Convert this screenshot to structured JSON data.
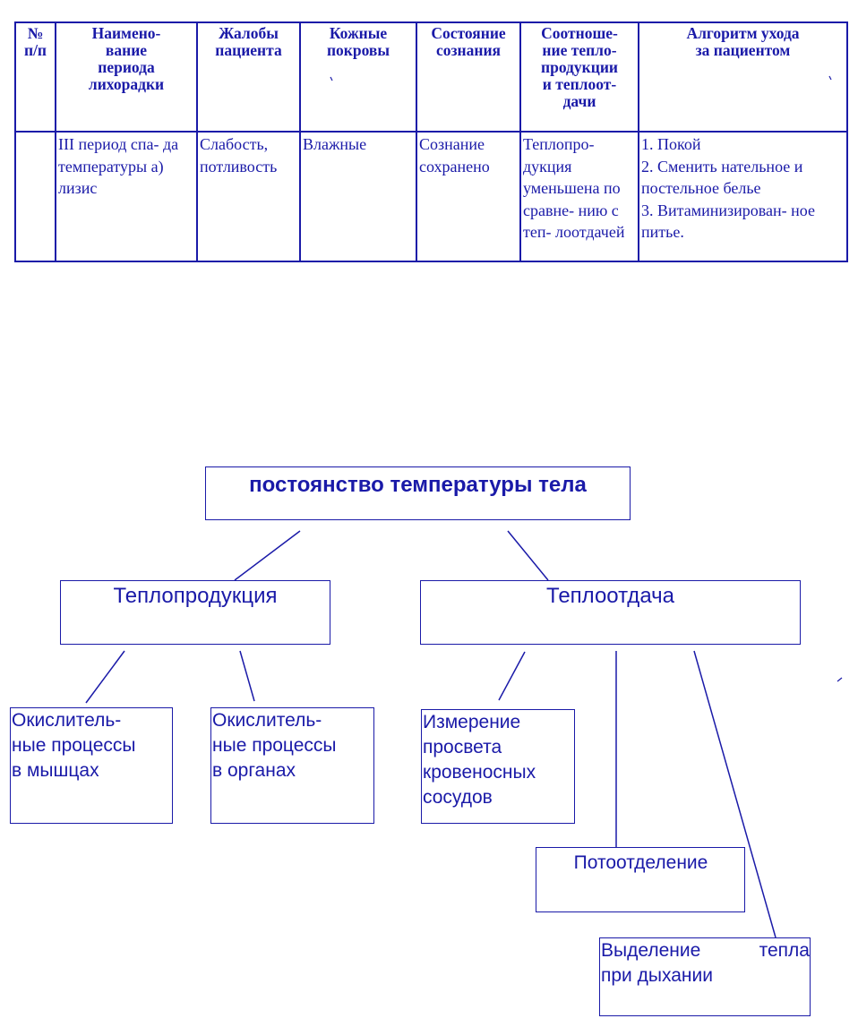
{
  "table": {
    "headers": [
      [
        "№",
        "п/п"
      ],
      [
        "Наимено-",
        "вание",
        "периода",
        "лихорадки"
      ],
      [
        "Жалобы",
        "пациента"
      ],
      [
        "Кожные",
        "покровы"
      ],
      [
        "Состояние",
        "сознания"
      ],
      [
        "Соотноше-",
        "ние тепло-",
        "продукции",
        "и теплоот-",
        "дачи"
      ],
      [
        "Алгоритм ухода",
        "за пациентом"
      ]
    ],
    "row": {
      "num": "",
      "period": "III период спа- да температуры а) лизис",
      "complaints": "Слабость, потливость",
      "skin": "Влажные",
      "consciousness": "Сознание сохранено",
      "ratio": "Теплопро- дукция уменьшена по сравне- нию с теп- лоотдачей",
      "care": [
        "1. Покой",
        "2. Сменить нательное и постельное белье",
        "3. Витаминизирован- ное питье."
      ]
    }
  },
  "diagram": {
    "root": "постоянство температуры тела",
    "heat_production": "Теплопродукция",
    "heat_transfer": "Теплоотдача",
    "oxidation_muscles": [
      "Окислитель-",
      "ные процессы",
      "в мышцах"
    ],
    "oxidation_organs": [
      "Окислитель-",
      "ные процессы",
      "в органах"
    ],
    "vessels": [
      "Измерение",
      "просвета",
      "кровеносных",
      "сосудов"
    ],
    "sweating": "Потоотделение",
    "breathing": [
      "Выделение тепла",
      "при дыхании"
    ]
  },
  "colors": {
    "ink": "#1a1aa8",
    "background": "#ffffff"
  }
}
